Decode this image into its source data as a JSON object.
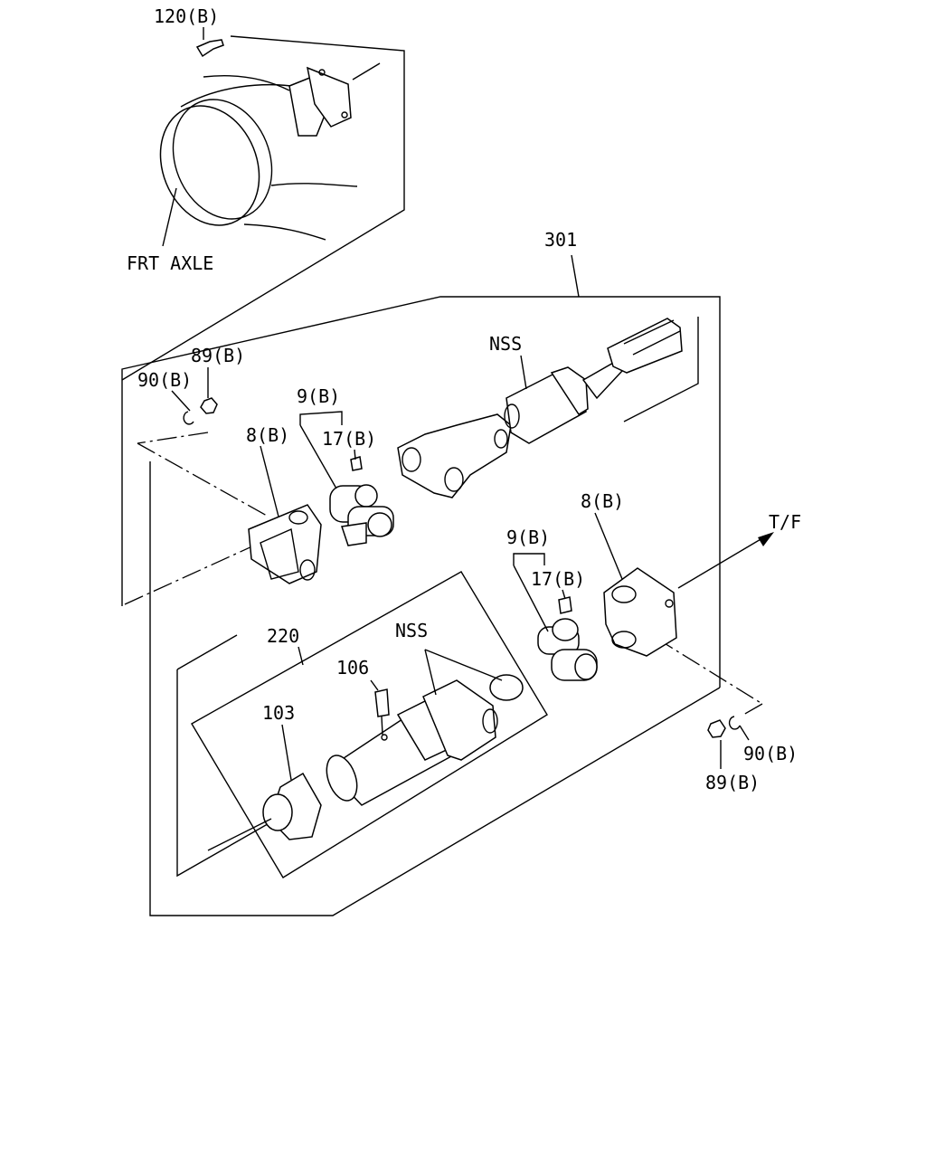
{
  "labels": {
    "l120b": "120(B)",
    "frt_axle": "FRT AXLE",
    "l301": "301",
    "nss_top": "NSS",
    "l89b_left": "89(B)",
    "l90b_left": "90(B)",
    "l9b_left": "9(B)",
    "l17b_left": "17(B)",
    "l8b_left": "8(B)",
    "l8b_right": "8(B)",
    "tf": "T/F",
    "l9b_right": "9(B)",
    "l17b_right": "17(B)",
    "l220": "220",
    "nss_mid": "NSS",
    "l106": "106",
    "l103": "103",
    "l90b_right": "90(B)",
    "l89b_right": "89(B)"
  }
}
